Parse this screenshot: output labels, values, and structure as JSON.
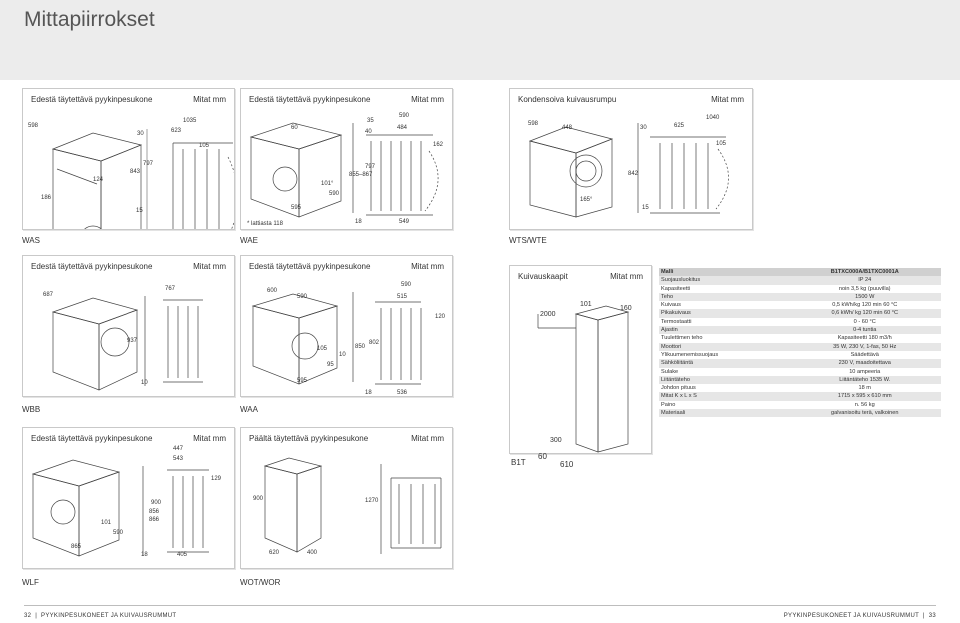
{
  "page": {
    "title": "Mittapiirrokset",
    "footer_left_page": "32",
    "footer_left_text": "PYYKINPESUKONEET JA KUIVAUSRUMMUT",
    "footer_right_text": "PYYKINPESUKONEET JA KUIVAUSRUMMUT",
    "footer_right_page": "33"
  },
  "unit_label": "Mitat mm",
  "panels": {
    "was": {
      "header": "Edestä täytettävä pyykinpesukone",
      "caption": "WAS",
      "dims": [
        "598",
        "1035",
        "30",
        "623",
        "105",
        "843",
        "797",
        "124",
        "186",
        "15"
      ]
    },
    "wae": {
      "header": "Edestä täytettävä pyykinpesukone",
      "caption": "WAE",
      "dims": [
        "60",
        "35",
        "40",
        "590",
        "484",
        "162",
        "101°",
        "590",
        "855–867",
        "797",
        "595",
        "18",
        "549"
      ],
      "note": "* lattiasta 118"
    },
    "wts": {
      "header": "Kondensoiva kuivausrumpu",
      "caption": "WTS/WTE",
      "dims": [
        "598",
        "448",
        "30",
        "625",
        "1040",
        "105",
        "842",
        "165°",
        "15"
      ]
    },
    "wbb": {
      "header": "Edestä täytettävä pyykinpesukone",
      "caption": "WBB",
      "dims": [
        "687",
        "767",
        "937",
        "10"
      ]
    },
    "waa": {
      "header": "Edestä täytettävä pyykinpesukone",
      "caption": "WAA",
      "dims": [
        "600",
        "590",
        "590",
        "515",
        "120",
        "850",
        "802",
        "105",
        "10",
        "95",
        "595",
        "18",
        "536"
      ]
    },
    "b1t": {
      "header": "Kuivauskaapit",
      "caption": "B1T",
      "dims": [
        "2000",
        "101",
        "160",
        "300",
        "60",
        "610"
      ]
    },
    "wlf": {
      "header": "Edestä täytettävä pyykinpesukone",
      "caption": "WLF",
      "dims": [
        "447",
        "543",
        "129",
        "900",
        "856",
        "866",
        "101",
        "590",
        "865",
        "18",
        "405"
      ]
    },
    "wot": {
      "header": "Päältä täytettävä pyykinpesukone",
      "caption": "WOT/WOR",
      "dims": [
        "900",
        "1270",
        "620",
        "400"
      ]
    }
  },
  "spec_table": {
    "headers": [
      "Malli",
      "B1TXC000A/B1TXC0001A"
    ],
    "rows": [
      [
        "Suojausluokitus",
        "IP 24"
      ],
      [
        "Kapasiteetti",
        "noin 3,5 kg (puuvilla)"
      ],
      [
        "Teho",
        "1500 W"
      ],
      [
        "Kuivaus",
        "0,5 kWh/kg 120 min 60 °C"
      ],
      [
        "Pikakuivaus",
        "0,6 kWh/ kg 120 min 60 °C"
      ],
      [
        "Termostaatti",
        "0 - 60 °C"
      ],
      [
        "Ajastin",
        "0-4 tuntia"
      ],
      [
        "Tuulettimen teho",
        "Kapasiteetti 180 m3/h"
      ],
      [
        "Moottori",
        "35 W, 230 V, 1-fas, 50 Hz"
      ],
      [
        "Ylikuumenemissuojaus",
        "Säädettävä"
      ],
      [
        "Sähköliitäntä",
        "230 V, maadoitettava"
      ],
      [
        "Sulake",
        "10 ampeeria"
      ],
      [
        "Liitäntäteho",
        "Liitäntäteho 1535 W."
      ],
      [
        "Johdon pituus",
        "18 m"
      ],
      [
        "Mitat K x L x S",
        "1715 x 595 x 610 mm"
      ],
      [
        "Paino",
        "n. 56 kg"
      ],
      [
        "Materiaali",
        "galvanisoitu terä, valkoinen"
      ]
    ]
  }
}
